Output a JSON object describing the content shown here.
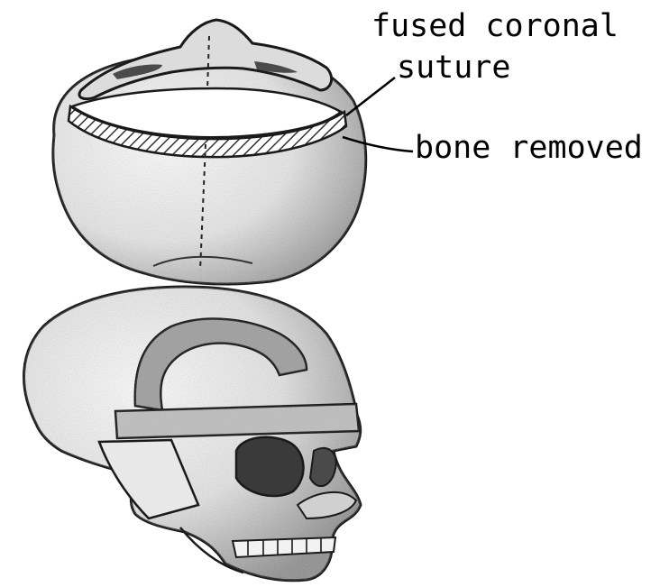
{
  "labels": {
    "coronal_line1": "fused coronal",
    "coronal_line2": "suture",
    "bone_removed": "bone removed"
  },
  "colors": {
    "ink": "#000000",
    "shade": "#6e6e6e",
    "background": "#ffffff"
  }
}
